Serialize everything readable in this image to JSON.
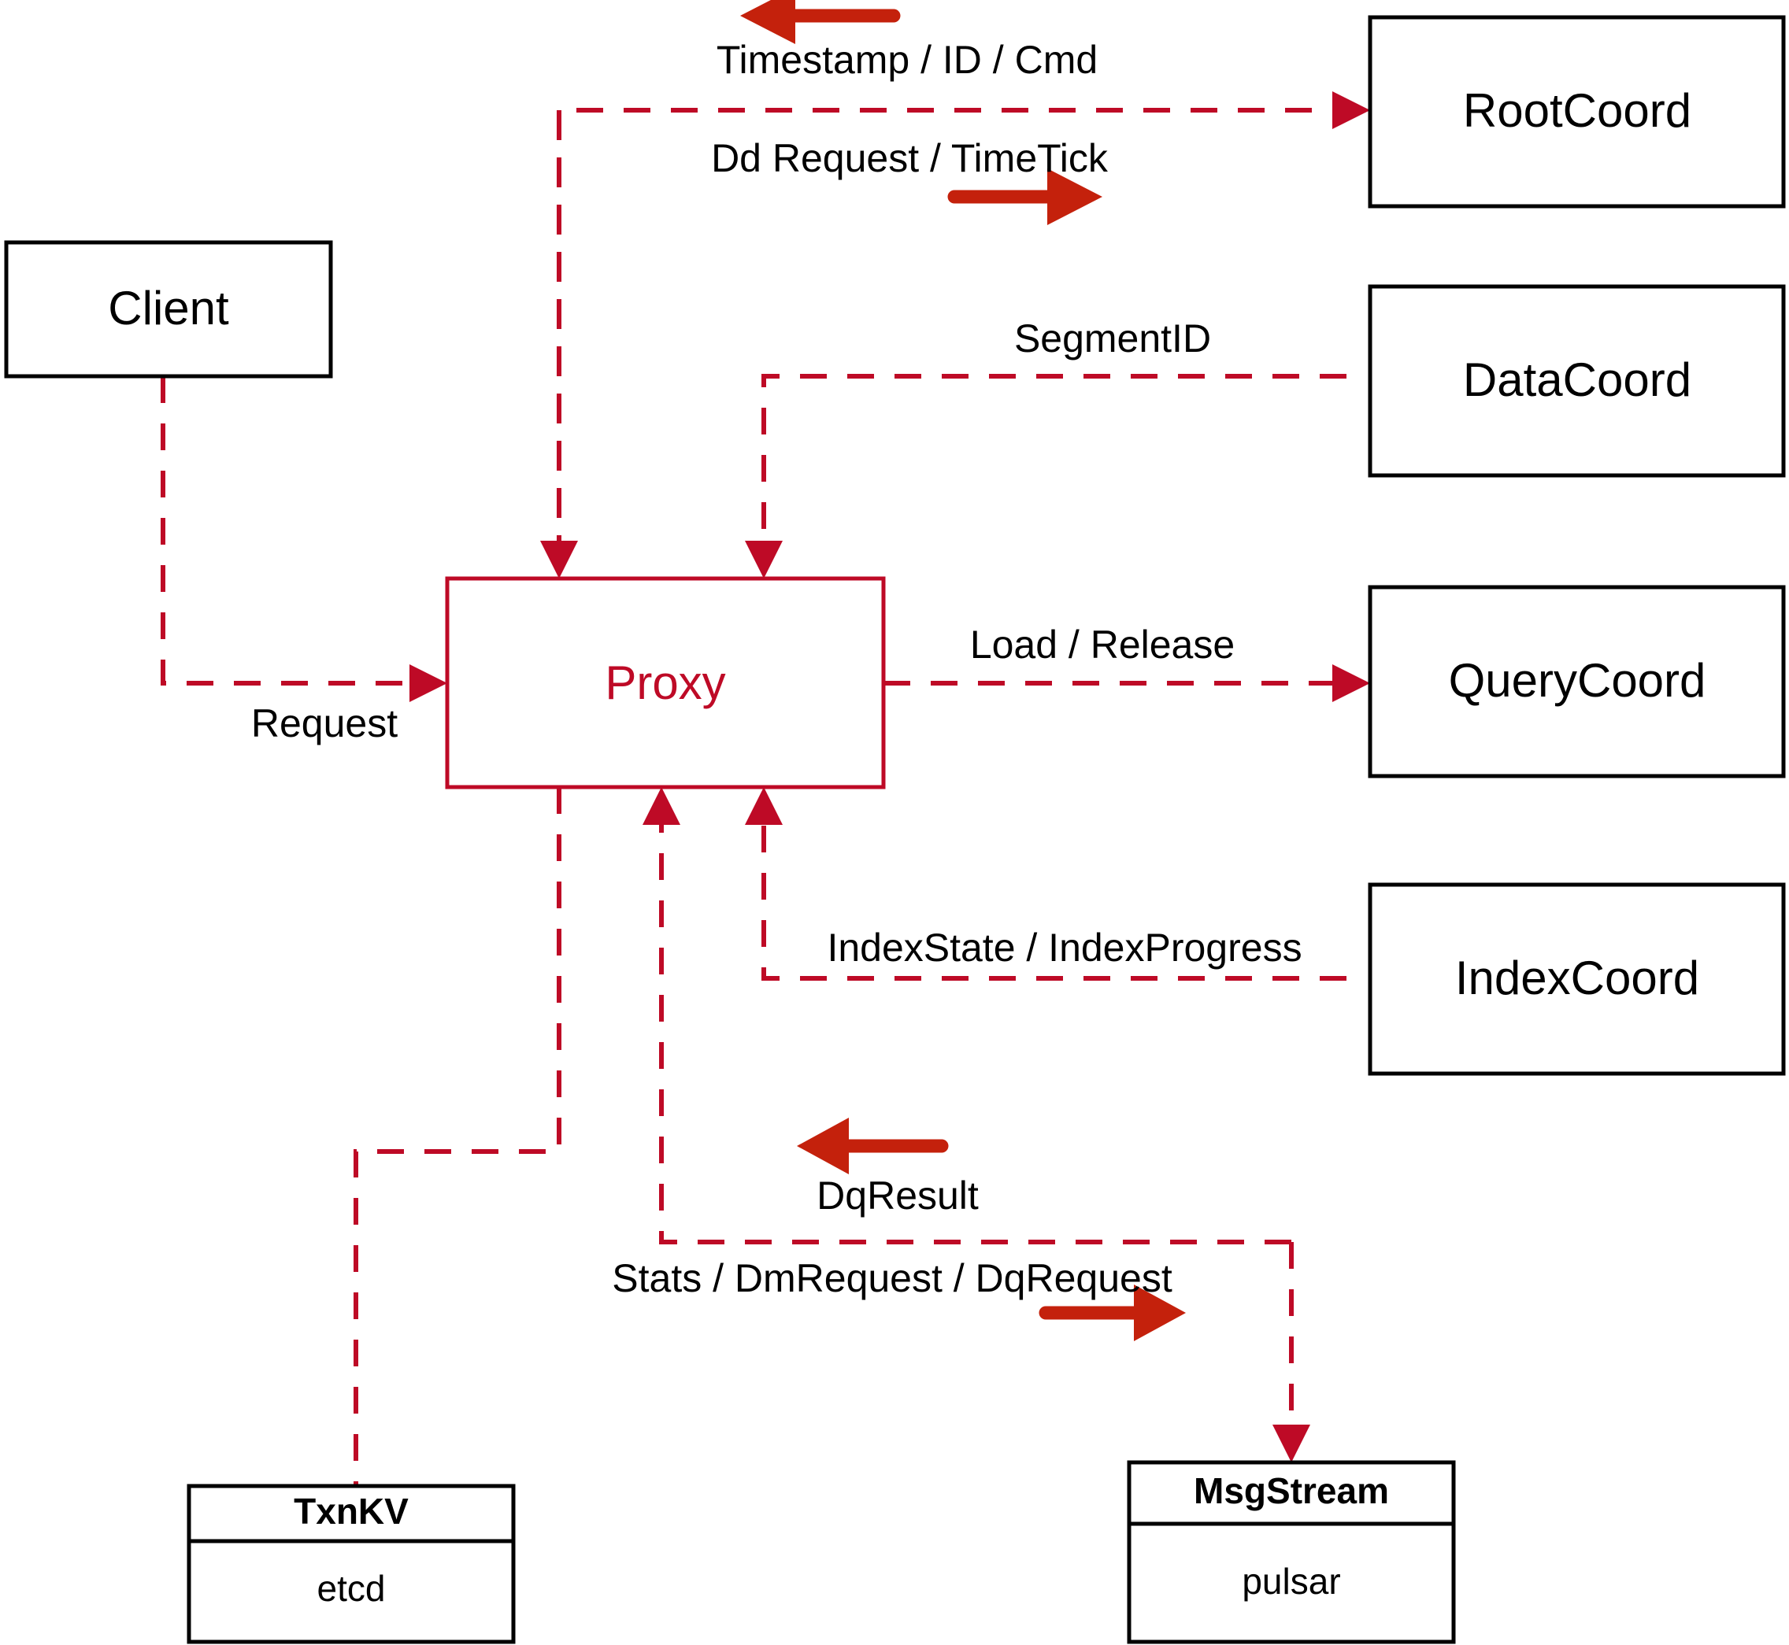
{
  "diagram": {
    "title": "Milvus Proxy interaction diagram",
    "colors": {
      "accent_dashed": "#BE0A26",
      "accent_solid_arrow": "#C4210C",
      "node_stroke": "#000000",
      "background": "#FFFFFF"
    },
    "nodes": {
      "client": {
        "label": "Client"
      },
      "proxy": {
        "label": "Proxy"
      },
      "root_coord": {
        "label": "RootCoord"
      },
      "data_coord": {
        "label": "DataCoord"
      },
      "query_coord": {
        "label": "QueryCoord"
      },
      "index_coord": {
        "label": "IndexCoord"
      },
      "txnkv": {
        "title": "TxnKV",
        "impl": "etcd"
      },
      "msgstream": {
        "title": "MsgStream",
        "impl": "pulsar"
      }
    },
    "edges": {
      "client_to_proxy": {
        "label": "Request"
      },
      "rootcoord_to_proxy": {
        "label": "Timestamp / ID / Cmd"
      },
      "proxy_to_rootcoord": {
        "label": "Dd Request / TimeTick"
      },
      "datacoord_to_proxy": {
        "label": "SegmentID"
      },
      "proxy_to_querycoord": {
        "label": "Load / Release"
      },
      "indexcoord_to_proxy": {
        "label": "IndexState / IndexProgress"
      },
      "msgstream_to_proxy": {
        "label": "DqResult"
      },
      "proxy_to_msgstream": {
        "label": "Stats / DmRequest / DqRequest"
      }
    }
  }
}
